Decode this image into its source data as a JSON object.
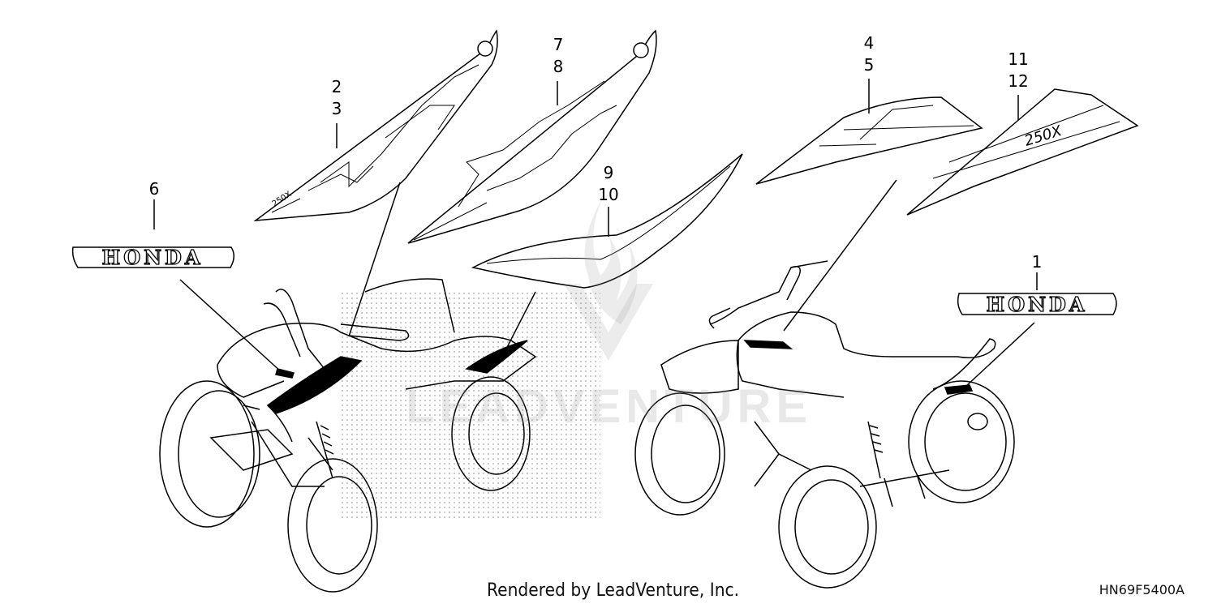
{
  "callouts": {
    "c1": "1",
    "c2": "2",
    "c3": "3",
    "c4": "4",
    "c5": "5",
    "c6": "6",
    "c7": "7",
    "c8": "8",
    "c9": "9",
    "c10": "10",
    "c11": "11",
    "c12": "12"
  },
  "decals": {
    "honda_text": "HONDA",
    "model_text": "250X"
  },
  "watermark": {
    "text": "LEADVENTURE"
  },
  "footer": {
    "credit": "Rendered by LeadVenture, Inc.",
    "diagram_code": "HN69F5400A"
  }
}
